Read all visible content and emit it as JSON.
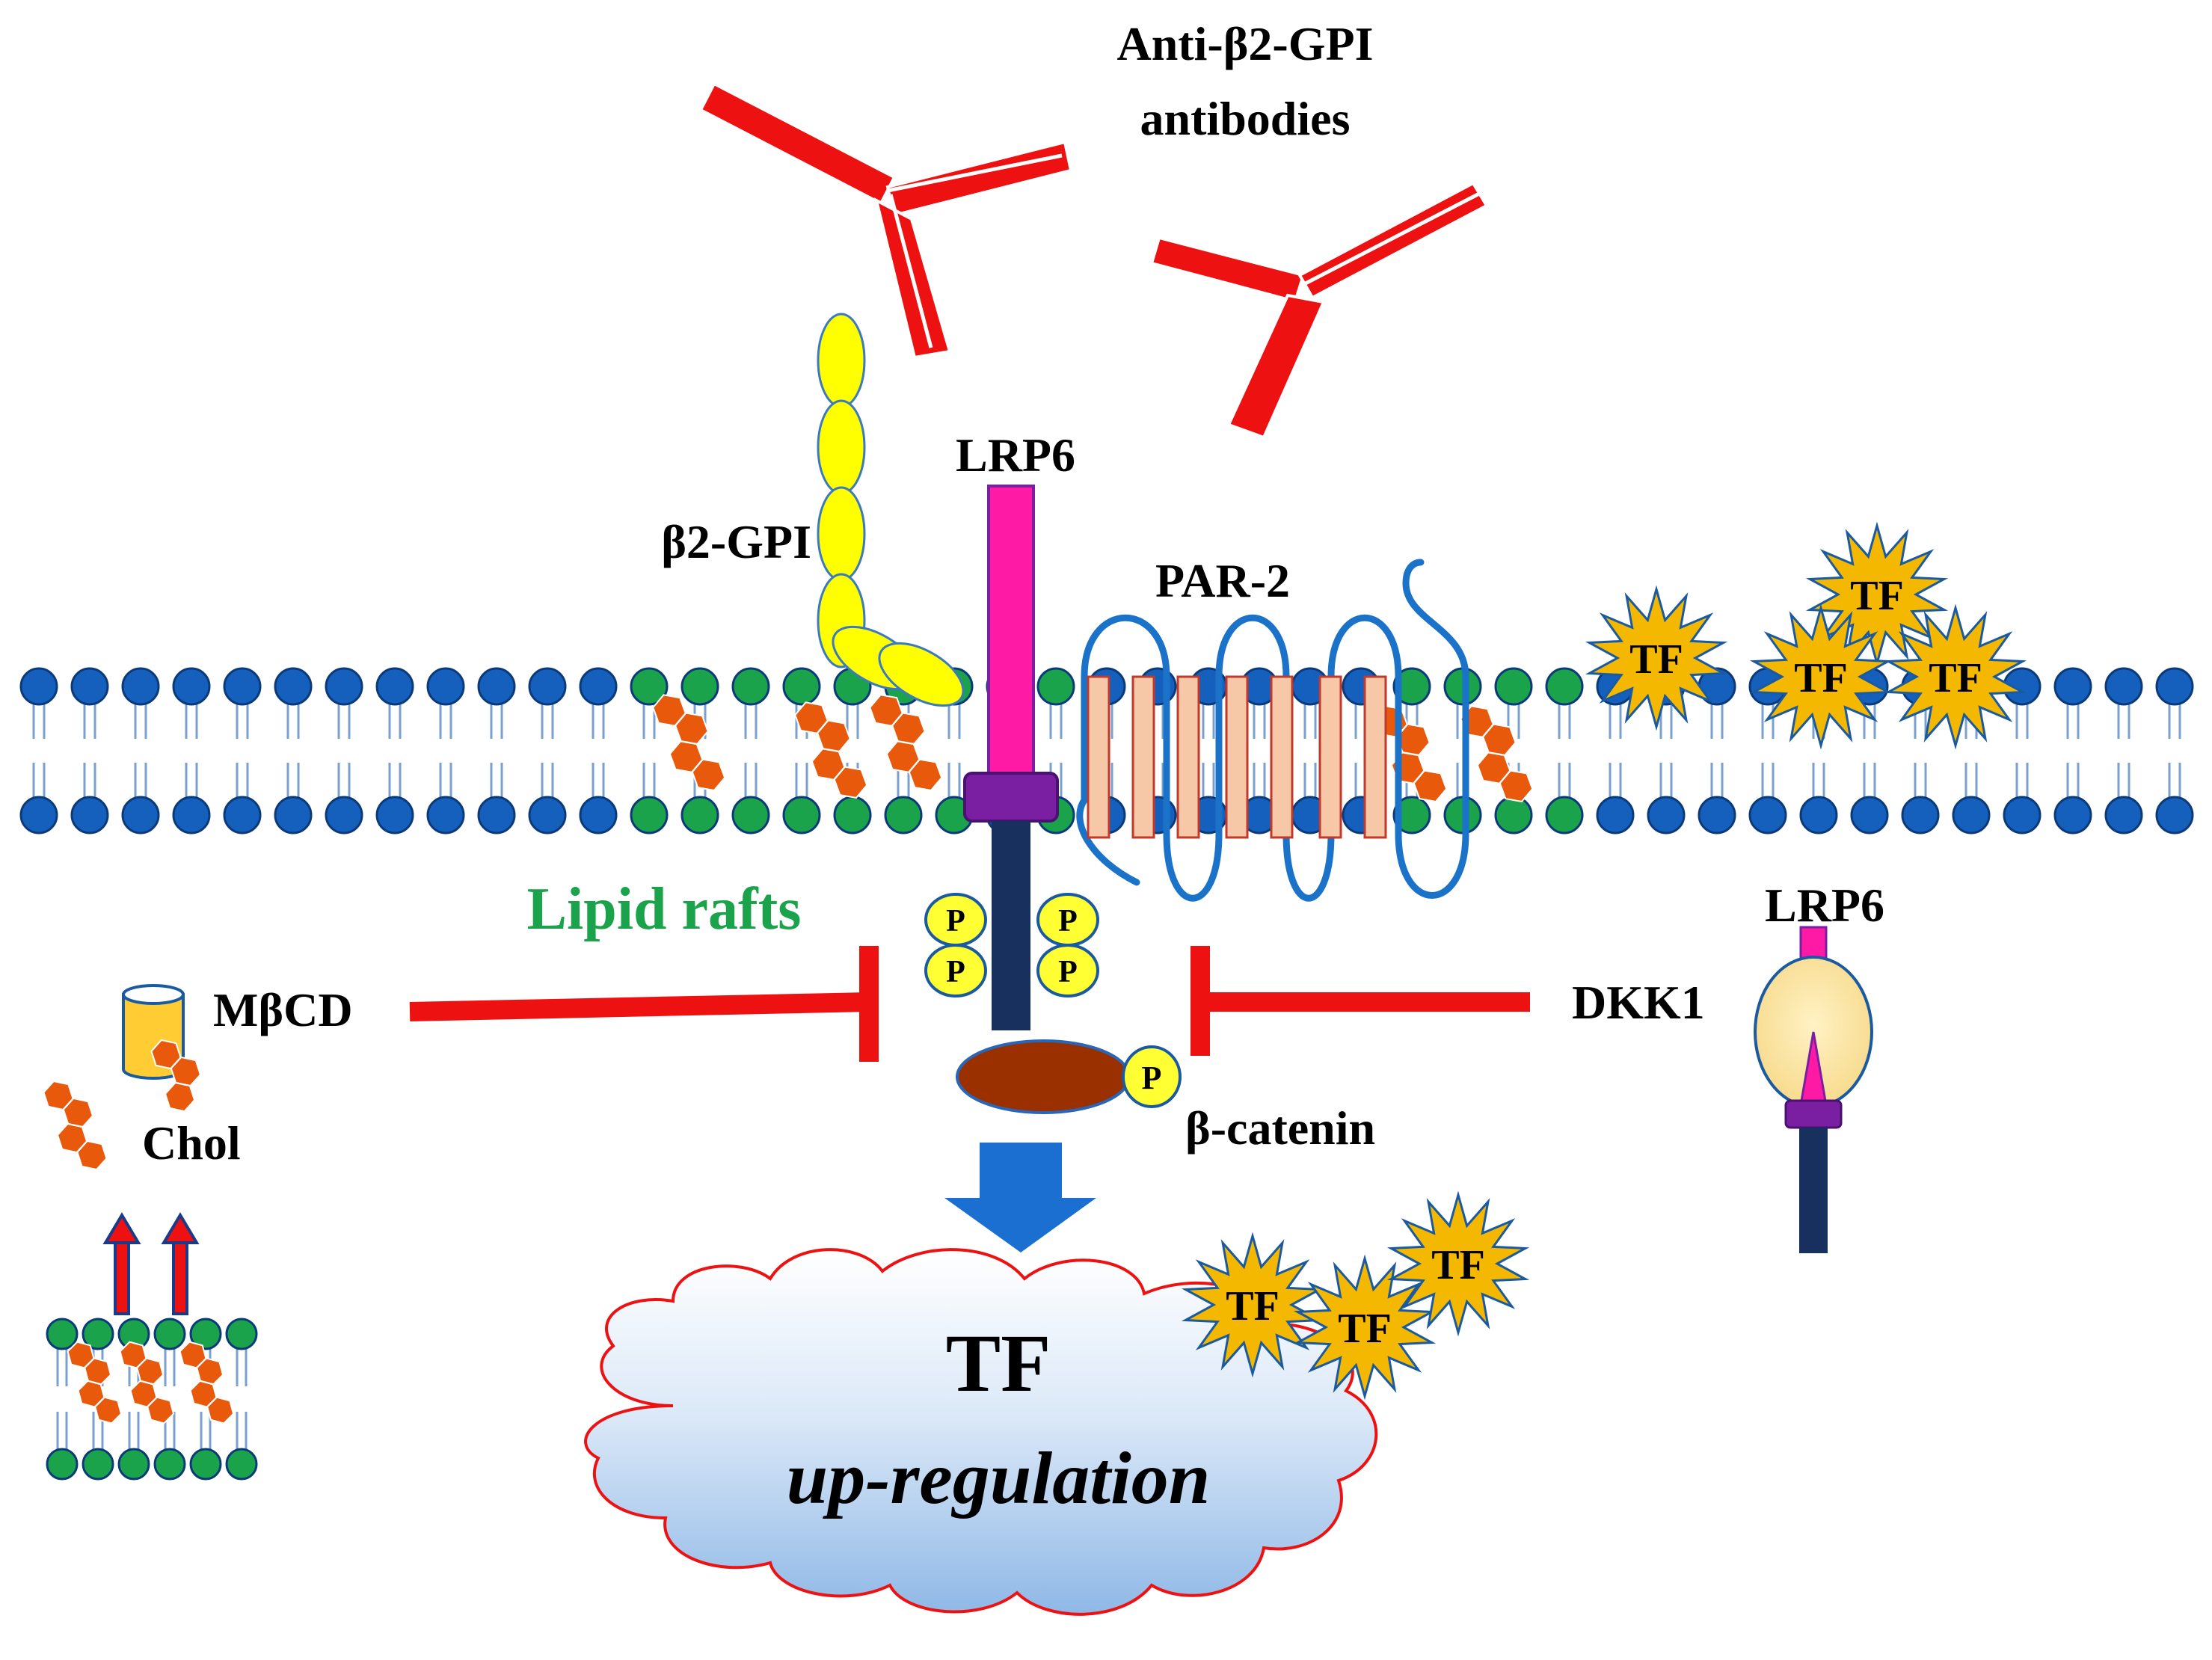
{
  "labels": {
    "antibodies_line1": "Anti-β2-GPI",
    "antibodies_line2": "antibodies",
    "b2gpi": "β2-GPI",
    "lrp6_main": "LRP6",
    "par2": "PAR-2",
    "lipid_rafts": "Lipid rafts",
    "mbcd": "MβCD",
    "chol": "Chol",
    "dkk1": "DKK1",
    "lrp6_side": "LRP6",
    "beta_catenin": "β-catenin",
    "tf_big": "TF",
    "up_regulation": "up-regulation",
    "phospho": "P",
    "tf_star": "TF"
  },
  "colors": {
    "antibody": "#ee1111",
    "membrane_head": "#1560bd",
    "raft_head": "#1aa34a",
    "cholesterol": "#e8590c",
    "b2gpi": "#ffff00",
    "lrp6_extracellular": "#ff1aa6",
    "lrp6_transmembrane": "#7a1fa2",
    "lrp6_intracellular": "#17305e",
    "par2_loop": "#1a73c8",
    "par2_helix": "#f6c8a8",
    "phospho": "#ffff33",
    "beta_catenin": "#9a2f00",
    "tf_star": "#f5b800",
    "cloud_top": "#ffffff",
    "cloud_bottom": "#8fb8e6",
    "lipid_rafts_text": "#1aa34a",
    "inhibitor": "#ee1111",
    "arrow": "#1a6fd0"
  }
}
